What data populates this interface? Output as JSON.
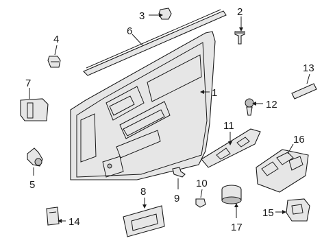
{
  "diagram": {
    "callouts": [
      "1",
      "2",
      "3",
      "4",
      "5",
      "6",
      "7",
      "8",
      "9",
      "10",
      "11",
      "12",
      "13",
      "14",
      "15",
      "16",
      "17"
    ]
  },
  "colors": {
    "stroke": "#1a1a1a",
    "fill": "#e6e6e6",
    "fill_dark": "#bdbdbd",
    "background": "#ffffff"
  }
}
